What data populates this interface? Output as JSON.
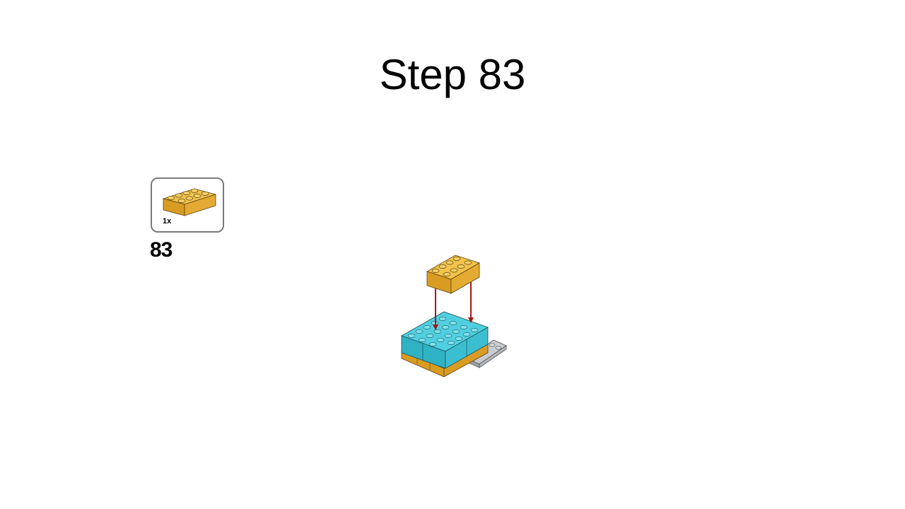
{
  "slide": {
    "title": "Step 83"
  },
  "parts_list": {
    "items": [
      {
        "part_icon": "yellow-2x4-brick-icon",
        "quantity": "1x",
        "color": "#e0a82e"
      }
    ]
  },
  "step": {
    "number": "83"
  },
  "assembly": {
    "colors": {
      "new_brick": "#e0a82e",
      "top_plates": "#3cc4d4",
      "base_brick": "#e0a82e",
      "grey_plate": "#b9bcc0",
      "arrow": "#a01818"
    }
  }
}
